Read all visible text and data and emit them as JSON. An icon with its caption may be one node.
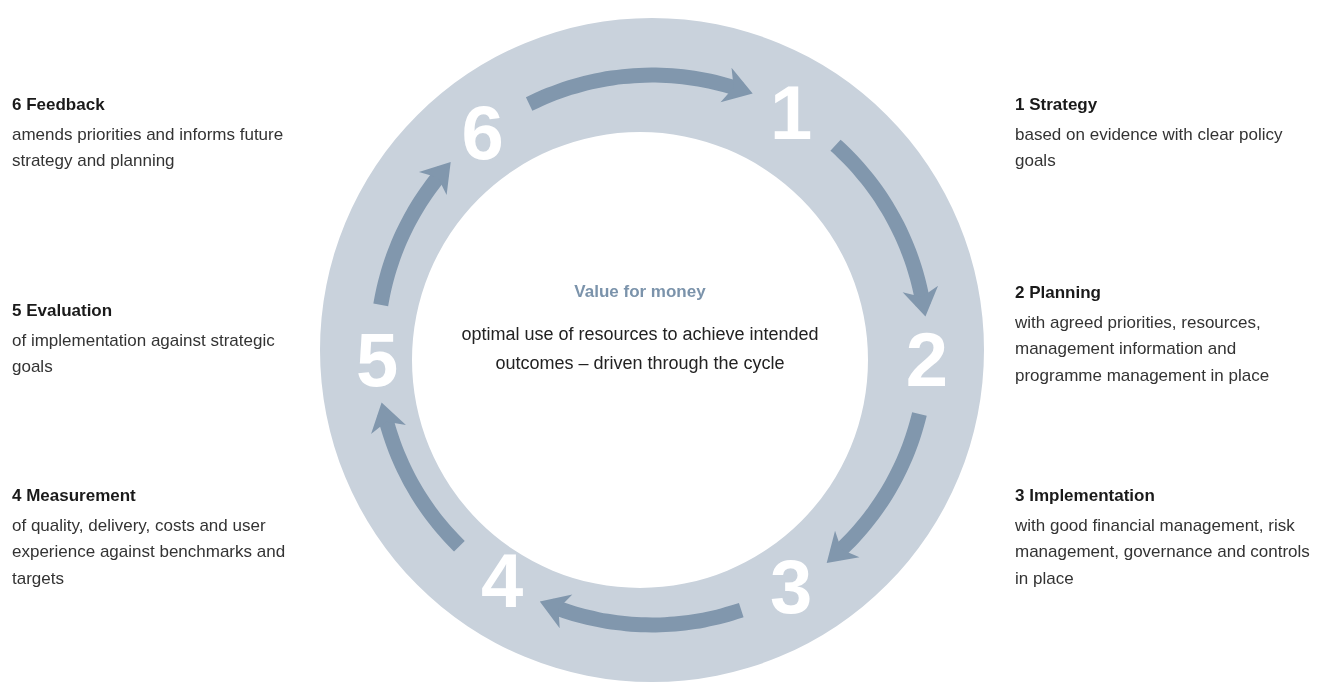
{
  "diagram": {
    "nodes": [
      {
        "text": [
          "Value for money",
          "optimal use of resources to achieve intended outcomes – driven through the cycle"
        ]
      },
      {
        "text": [
          "1"
        ]
      },
      {
        "text": [
          "2"
        ]
      },
      {
        "text": [
          "3"
        ]
      },
      {
        "text": [
          "4"
        ]
      },
      {
        "text": [
          "5"
        ]
      },
      {
        "text": [
          "6"
        ]
      }
    ],
    "edges": [
      {
        "from": 6,
        "to": 1,
        "arrow": "to"
      },
      {
        "from": 1,
        "to": 2,
        "arrow": "to"
      },
      {
        "from": 2,
        "to": 3,
        "arrow": "to"
      },
      {
        "from": 3,
        "to": 4,
        "arrow": "to"
      },
      {
        "from": 4,
        "to": 5,
        "arrow": "to"
      },
      {
        "from": 5,
        "to": 6,
        "arrow": "to"
      }
    ],
    "labels": [
      "6 Feedback",
      "amends priorities and informs future strategy and planning",
      "1 Strategy",
      "based on evidence with clear policy goals",
      "5 Evaluation",
      "of implementation against strategic goals",
      "2 Planning",
      "with agreed priorities, resources, management information and programme management in place",
      "4 Measurement",
      "of quality, delivery, costs and user experience against benchmarks and targets",
      "3 Implementation",
      "with good financial management, risk management, governance and controls in place"
    ]
  }
}
